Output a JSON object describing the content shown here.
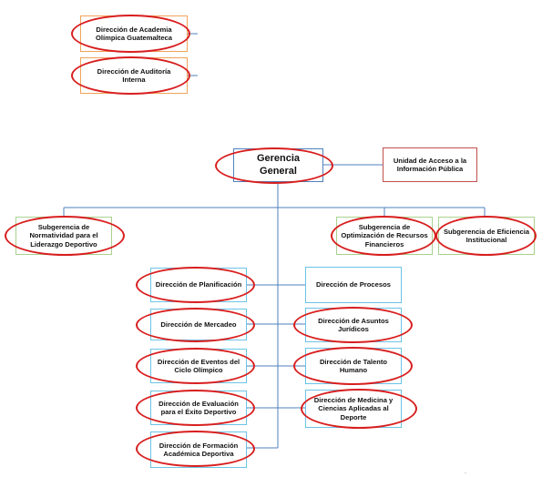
{
  "org_chart": {
    "top_left": {
      "academia": "Dirección de Academia Olímpica Guatemalteca",
      "auditoria": "Dirección de Auditoría Interna"
    },
    "gerencia_general": "Gerencia General",
    "unidad_acceso": "Unidad de Acceso a la Información Pública",
    "subgerencias": {
      "normatividad": "Subgerencia de Normatividad para el Liderazgo Deportivo",
      "optimizacion": "Subgerencia de Optimización de Recursos Financieros",
      "eficiencia": "Subgerencia de Eficiencia Institucional"
    },
    "left_column": {
      "planificacion": "Dirección de Planificación",
      "mercadeo": "Dirección de Mercadeo",
      "eventos": "Dirección de Eventos del Ciclo Olímpico",
      "evaluacion": "Dirección de Evaluación para el Éxito Deportivo",
      "formacion": "Dirección de Formación Académica Deportiva"
    },
    "right_column": {
      "procesos": "Dirección de Procesos",
      "juridicos": "Dirección de Asuntos Jurídicos",
      "talento": "Dirección de Talento Humano",
      "medicina": "Dirección de Medicina y Ciencias Aplicadas al Deporte"
    }
  },
  "colors": {
    "highlight_ellipse": "#d81e1e",
    "connector": "#4f81bd",
    "border_orange": "#f0a35a",
    "border_blue": "#6cc3e6",
    "border_green": "#a9d18e",
    "border_red": "#c0504d"
  }
}
